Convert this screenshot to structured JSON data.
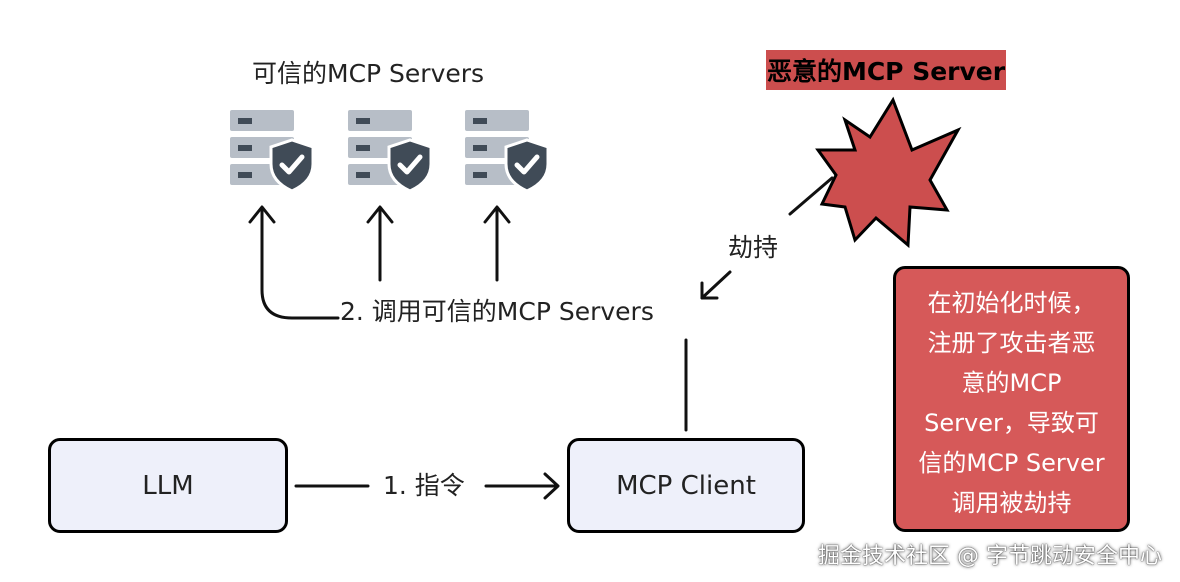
{
  "titles": {
    "trusted_servers": "可信的MCP Servers",
    "malicious_server": "恶意的MCP Server"
  },
  "nodes": {
    "llm": "LLM",
    "mcp_client": "MCP Client"
  },
  "edges": {
    "instruction": "1. 指令",
    "call_trusted": "2. 调用可信的MCP Servers",
    "hijack": "劫持"
  },
  "note": {
    "lines": [
      "在初始化时候，",
      "注册了攻击者恶",
      "意的MCP",
      "Server，导致可",
      "信的MCP Server",
      "调用被劫持"
    ]
  },
  "icons": {
    "server": "server-shield-icon",
    "burst": "explosion-burst-icon"
  },
  "colors": {
    "node_fill": "#eef0fa",
    "server_gray": "#b7bec7",
    "server_dark": "#404b57",
    "malicious_red": "#cc4e4e",
    "note_red": "#d65959"
  },
  "footer": "掘金技术社区 @ 字节跳动安全中心"
}
